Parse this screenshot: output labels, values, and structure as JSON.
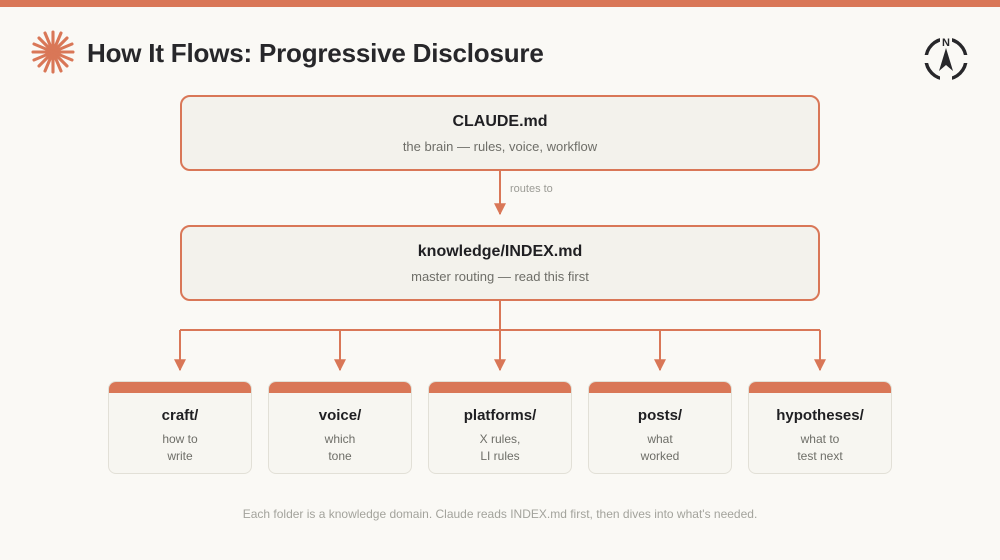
{
  "theme": {
    "accent": "#d97757",
    "background": "#faf9f5",
    "box_fill": "#f3f2ec",
    "card_fill": "#f7f6f1",
    "text_dark": "#27272a",
    "text_muted": "#6e6e68",
    "text_faint": "#a3a39c"
  },
  "header": {
    "title": "How It Flows: Progressive Disclosure",
    "brand_icon": "starburst-asterisk-icon",
    "compass_icon": "compass-north-icon",
    "compass_letter": "N"
  },
  "flow": {
    "nodes": [
      {
        "id": "claude-md",
        "title": "CLAUDE.md",
        "subtitle": "the brain — rules, voice, workflow"
      },
      {
        "id": "knowledge-index-md",
        "title": "knowledge/INDEX.md",
        "subtitle": "master routing — read this first"
      }
    ],
    "edge_label": "routes to",
    "leaves": [
      {
        "title": "craft/",
        "desc": "how to\nwrite"
      },
      {
        "title": "voice/",
        "desc": "which\ntone"
      },
      {
        "title": "platforms/",
        "desc": "X rules,\nLI rules"
      },
      {
        "title": "posts/",
        "desc": "what\nworked"
      },
      {
        "title": "hypotheses/",
        "desc": "what to\ntest next"
      }
    ]
  },
  "caption": "Each folder is a knowledge domain. Claude reads INDEX.md first, then dives into what's needed."
}
